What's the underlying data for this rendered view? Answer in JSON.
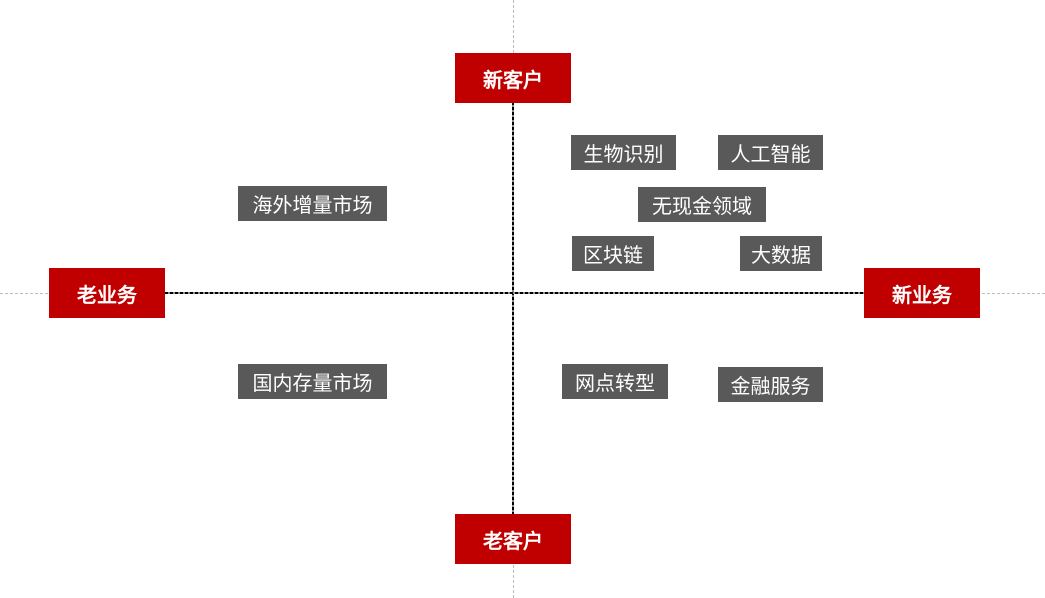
{
  "axes": {
    "top": "新客户",
    "bottom": "老客户",
    "left": "老业务",
    "right": "新业务"
  },
  "colors": {
    "axis_label_bg": "#c00000",
    "tag_bg": "#595959",
    "axis_line": "#000000"
  },
  "tags": {
    "biometrics": "生物识别",
    "ai": "人工智能",
    "cashless": "无现金领域",
    "blockchain": "区块链",
    "big_data": "大数据",
    "overseas_market": "海外增量市场",
    "domestic_market": "国内存量市场",
    "branch_transform": "网点转型",
    "financial_services": "金融服务"
  }
}
